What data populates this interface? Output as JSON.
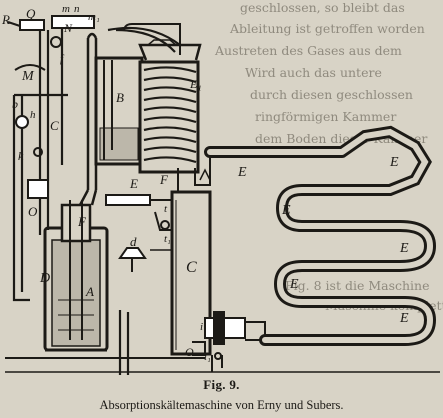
{
  "figure": {
    "label": "Fig. 9.",
    "caption": "Absorptionskältemaschine von Erny und Subers."
  },
  "background_text": [
    "geschlossen, so bleibt das",
    "Ableitung ist getroffen worden",
    "Austreten des Gases aus dem",
    "Wird auch das untere",
    "durch diesen geschlossen",
    "ringförmigen Kammer",
    "dem Boden dieser Kammer",
    "Fig. 8 ist die Maschine",
    "Maschine komplett"
  ],
  "letters": {
    "R": "R",
    "Q": "Q",
    "m": "m",
    "n": "n",
    "m1": "m₁",
    "N": "N",
    "M": "M",
    "f": "f",
    "b": "b",
    "h": "h",
    "C": "C",
    "k": "k",
    "O": "O",
    "B": "B",
    "E": "E",
    "F": "F",
    "d": "d",
    "t": "t",
    "t1": "t₁",
    "i": "i",
    "i1": "i₁",
    "A": "A",
    "E1": "E₁",
    "D": "D",
    "Scr": "Ε"
  },
  "colors": {
    "paper": "#d8d3c6",
    "ink": "#1c1a16",
    "ghost_text": "#8f8a7e",
    "liquid": "#bcb7aa"
  }
}
